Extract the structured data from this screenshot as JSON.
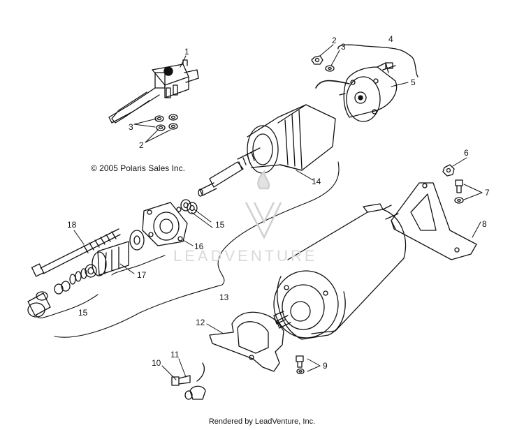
{
  "copyright": "© 2005 Polaris Sales Inc.",
  "footer": "Rendered by LeadVenture, Inc.",
  "watermark": "LEADVENTURE",
  "callouts": [
    {
      "id": "c1",
      "text": "1"
    },
    {
      "id": "c2a",
      "text": "2"
    },
    {
      "id": "c3a",
      "text": "3"
    },
    {
      "id": "c4",
      "text": "4"
    },
    {
      "id": "c5",
      "text": "5"
    },
    {
      "id": "c3b",
      "text": "3"
    },
    {
      "id": "c2b",
      "text": "2"
    },
    {
      "id": "c14",
      "text": "14"
    },
    {
      "id": "c6",
      "text": "6"
    },
    {
      "id": "c7",
      "text": "7"
    },
    {
      "id": "c8",
      "text": "8"
    },
    {
      "id": "c18",
      "text": "18"
    },
    {
      "id": "c15a",
      "text": "15"
    },
    {
      "id": "c16",
      "text": "16"
    },
    {
      "id": "c17",
      "text": "17"
    },
    {
      "id": "c13",
      "text": "13"
    },
    {
      "id": "c15b",
      "text": "15"
    },
    {
      "id": "c12",
      "text": "12"
    },
    {
      "id": "c11",
      "text": "11"
    },
    {
      "id": "c10",
      "text": "10"
    },
    {
      "id": "c9",
      "text": "9"
    }
  ]
}
